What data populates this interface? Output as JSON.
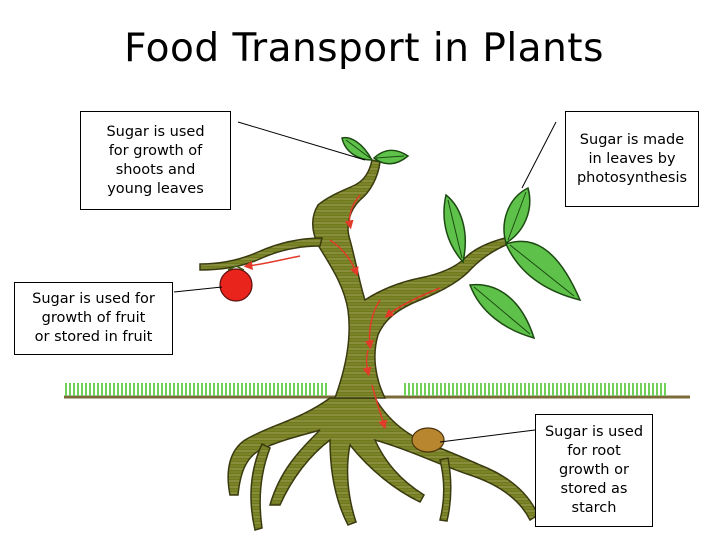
{
  "title": "Food Transport in Plants",
  "labels": {
    "shoots": "Sugar is used\nfor growth of\nshoots and\nyoung leaves",
    "leaves": "Sugar is made\nin leaves by\nphotosynthesis",
    "fruit": "Sugar is used for\ngrowth of fruit\nor stored in fruit",
    "root": "Sugar is used\nfor root\ngrowth or\nstored as\nstarch"
  },
  "colors": {
    "stem": "#6e7a1c",
    "leaf": "#5ec24a",
    "fruit": "#e8241c",
    "starch": "#b8862f",
    "arrow": "#e23b2a",
    "grass": "#6fd05a",
    "soil": "#7b6a3a"
  }
}
